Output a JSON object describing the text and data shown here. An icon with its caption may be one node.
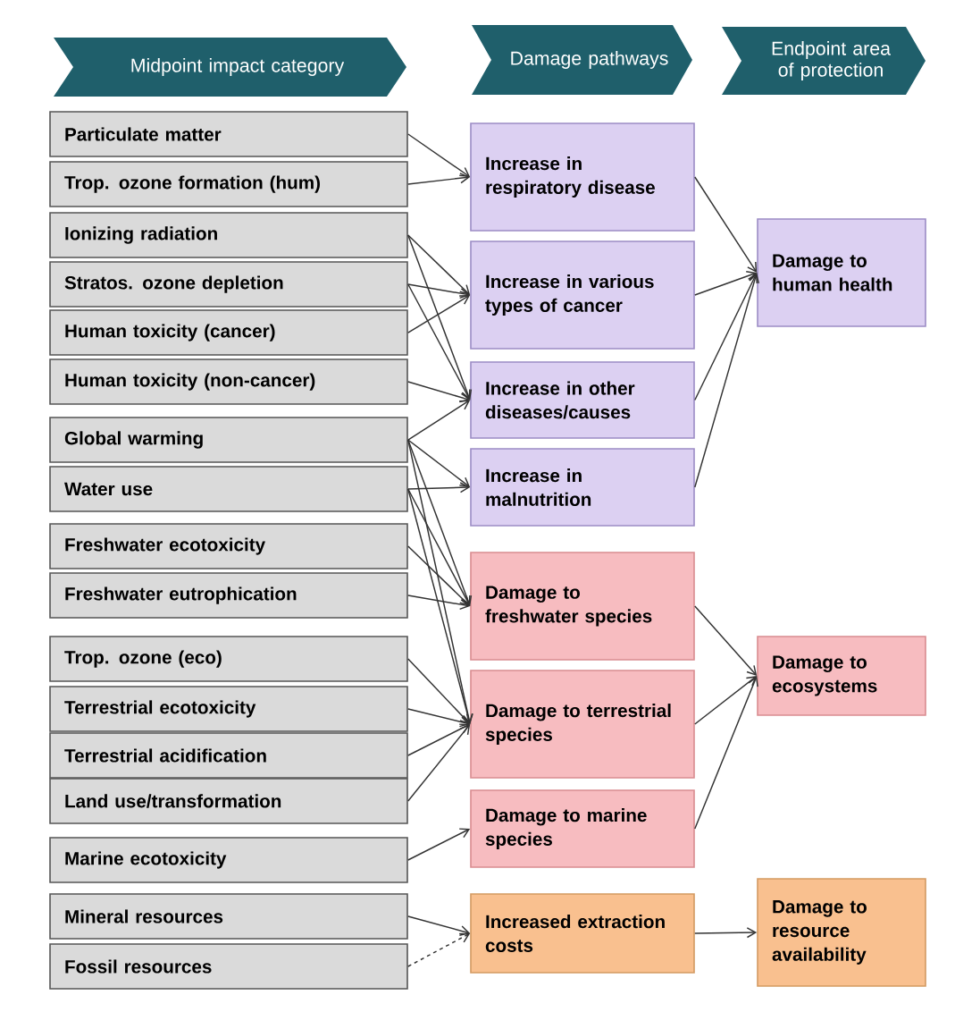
{
  "diagram": {
    "nodes": [
      {
        "text": [
          "Midpoint impact category"
        ]
      },
      {
        "text": [
          "Damage pathways"
        ]
      },
      {
        "text": [
          "Endpoint area of protection"
        ]
      },
      {
        "text": [
          "Particulate matter"
        ]
      },
      {
        "text": [
          "Trop. ozone formation (hum)"
        ]
      },
      {
        "text": [
          "Ionizing radiation"
        ]
      },
      {
        "text": [
          "Stratos. ozone depletion"
        ]
      },
      {
        "text": [
          "Human toxicity (cancer)"
        ]
      },
      {
        "text": [
          "Human toxicity (non-cancer)"
        ]
      },
      {
        "text": [
          "Global warming"
        ]
      },
      {
        "text": [
          "Water use"
        ]
      },
      {
        "text": [
          "Freshwater ecotoxicity"
        ]
      },
      {
        "text": [
          "Freshwater eutrophication"
        ]
      },
      {
        "text": [
          "Trop. ozone (eco)"
        ]
      },
      {
        "text": [
          "Terrestrial ecotoxicity"
        ]
      },
      {
        "text": [
          "Terrestrial acidification"
        ]
      },
      {
        "text": [
          "Land use/transformation"
        ]
      },
      {
        "text": [
          "Marine ecotoxicity"
        ]
      },
      {
        "text": [
          "Mineral resources"
        ]
      },
      {
        "text": [
          "Fossil resources"
        ]
      },
      {
        "text": [
          "Increase in respiratory disease"
        ]
      },
      {
        "text": [
          "Increase in various types of cancer"
        ]
      },
      {
        "text": [
          "Increase in other diseases/causes"
        ]
      },
      {
        "text": [
          "Increase in malnutrition"
        ]
      },
      {
        "text": [
          "Damage to freshwater species"
        ]
      },
      {
        "text": [
          "Damage to terrestrial species"
        ]
      },
      {
        "text": [
          "Damage to marine species"
        ]
      },
      {
        "text": [
          "Increased extraction costs"
        ]
      },
      {
        "text": [
          "Damage to human health"
        ]
      },
      {
        "text": [
          "Damage to ecosystems"
        ]
      },
      {
        "text": [
          "Damage to resource availability"
        ]
      }
    ],
    "edges": [
      {
        "from": 3,
        "to": 20,
        "arrow": "to"
      },
      {
        "from": 4,
        "to": 20,
        "arrow": "to"
      },
      {
        "from": 5,
        "to": 21,
        "arrow": "to"
      },
      {
        "from": 5,
        "to": 22,
        "arrow": "to"
      },
      {
        "from": 6,
        "to": 21,
        "arrow": "to"
      },
      {
        "from": 6,
        "to": 22,
        "arrow": "to"
      },
      {
        "from": 7,
        "to": 21,
        "arrow": "to"
      },
      {
        "from": 8,
        "to": 22,
        "arrow": "to"
      },
      {
        "from": 9,
        "to": 22,
        "arrow": "to"
      },
      {
        "from": 9,
        "to": 23,
        "arrow": "to"
      },
      {
        "from": 9,
        "to": 24,
        "arrow": "to"
      },
      {
        "from": 9,
        "to": 25,
        "arrow": "to"
      },
      {
        "from": 10,
        "to": 23,
        "arrow": "to"
      },
      {
        "from": 10,
        "to": 24,
        "arrow": "to"
      },
      {
        "from": 10,
        "to": 25,
        "arrow": "to"
      },
      {
        "from": 11,
        "to": 24,
        "arrow": "to"
      },
      {
        "from": 12,
        "to": 24,
        "arrow": "to"
      },
      {
        "from": 13,
        "to": 25,
        "arrow": "to"
      },
      {
        "from": 14,
        "to": 25,
        "arrow": "to"
      },
      {
        "from": 15,
        "to": 25,
        "arrow": "to"
      },
      {
        "from": 16,
        "to": 25,
        "arrow": "to"
      },
      {
        "from": 17,
        "to": 26,
        "arrow": "to"
      },
      {
        "from": 18,
        "to": 27,
        "arrow": "to"
      },
      {
        "from": 19,
        "to": 27,
        "arrow": "to",
        "style": "dashed"
      },
      {
        "from": 20,
        "to": 28,
        "arrow": "to"
      },
      {
        "from": 21,
        "to": 28,
        "arrow": "to"
      },
      {
        "from": 22,
        "to": 28,
        "arrow": "to"
      },
      {
        "from": 23,
        "to": 28,
        "arrow": "to"
      },
      {
        "from": 24,
        "to": 29,
        "arrow": "to"
      },
      {
        "from": 25,
        "to": 29,
        "arrow": "to"
      },
      {
        "from": 26,
        "to": 29,
        "arrow": "to"
      },
      {
        "from": 27,
        "to": 30,
        "arrow": "to"
      }
    ]
  }
}
